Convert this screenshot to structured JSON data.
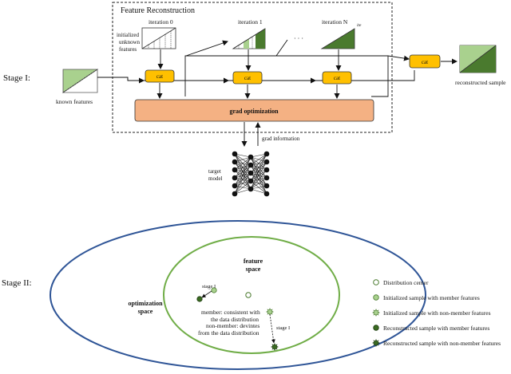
{
  "stage1": {
    "label": "Stage I:",
    "box_title": "Feature Reconstruction",
    "known_features": "known features",
    "iterations": [
      "iteration 0",
      "iteration 1",
      "iteration N"
    ],
    "iter_subscript": "ite",
    "ellipsis": "· · ·",
    "init_unknown": [
      "initialized",
      "unknown",
      "features"
    ],
    "cat": "cat",
    "grad_optimization": "grad optimization",
    "grad_information": "grad information",
    "target_model": [
      "target",
      "model"
    ],
    "reconstructed_sample": "reconstructed sample"
  },
  "stage2": {
    "label": "Stage II:",
    "optimization_space": [
      "optimization",
      "space"
    ],
    "feature_space": [
      "feature",
      "space"
    ],
    "stage_label": "stage I",
    "member_text": [
      "member: consistent with",
      "the data distribution"
    ],
    "nonmember_text": [
      "non-member: devintes",
      "from the data distribution"
    ]
  },
  "legend": [
    {
      "label": "Distribution center",
      "marker": "hollow-circle"
    },
    {
      "label": "Initialized sample with member features",
      "marker": "light-circle"
    },
    {
      "label": "Initialized sample with non-member features",
      "marker": "light-star"
    },
    {
      "label": "Reconstructed sample with member features",
      "marker": "dark-circle"
    },
    {
      "label": "Reconstructed sample with non-member features",
      "marker": "dark-star"
    }
  ],
  "colors": {
    "light_green": "#a9d18e",
    "dark_green": "#4a7a2e",
    "cat_fill": "#ffc000",
    "grad_fill": "#f4b183",
    "outer_ellipse": "#2f5597",
    "inner_ellipse": "#70ad47"
  }
}
